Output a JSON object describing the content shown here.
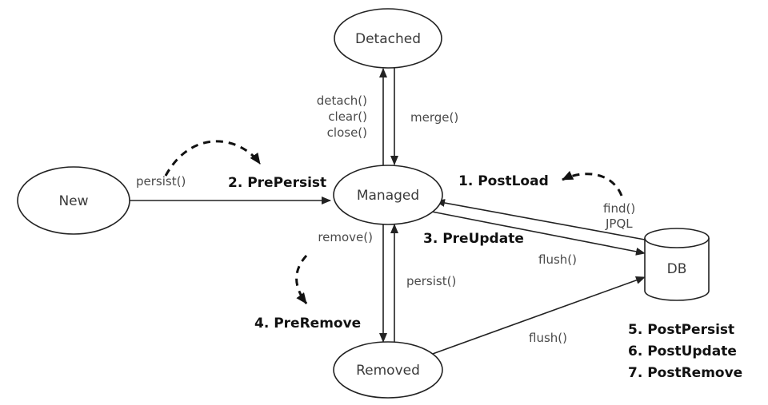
{
  "nodes": {
    "new": "New",
    "managed": "Managed",
    "detached": "Detached",
    "removed": "Removed",
    "db": "DB"
  },
  "methods": {
    "persist": "persist()",
    "detach": "detach()",
    "clear": "clear()",
    "close": "close()",
    "merge": "merge()",
    "remove": "remove()",
    "persist_removed": "persist()",
    "flush_managed": "flush()",
    "flush_removed": "flush()",
    "find": "find()",
    "jpql": "JPQL"
  },
  "callbacks": {
    "post_load": "1. PostLoad",
    "pre_persist": "2. PrePersist",
    "pre_update": "3. PreUpdate",
    "pre_remove": "4. PreRemove",
    "post_persist": "5. PostPersist",
    "post_update": "6. PostUpdate",
    "post_remove": "7. PostRemove"
  }
}
